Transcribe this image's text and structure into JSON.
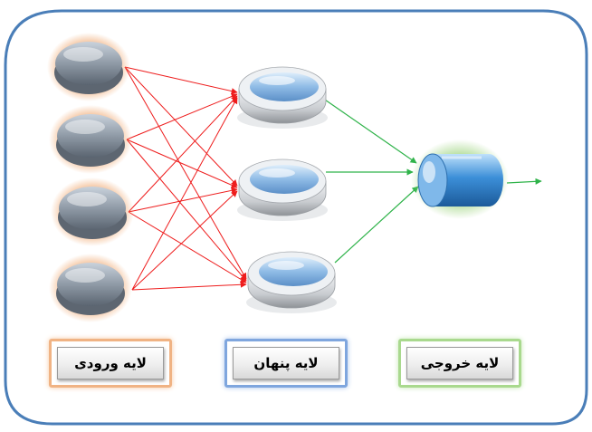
{
  "layers": {
    "input": {
      "label": "لایه ورودی",
      "neurons": 4
    },
    "hidden": {
      "label": "لایه پنهان",
      "neurons": 3
    },
    "output": {
      "label": "لایه خروجی",
      "neurons": 1
    }
  },
  "colors": {
    "frame_border": "#4a7eb8",
    "input_to_hidden_edges": "#ee1c1c",
    "hidden_to_output_edges": "#2fb34a",
    "input_glow": "#f0a870",
    "hidden_glow": "#7fa6de",
    "output_glow": "#a9d98e",
    "output_node": "#3c8fd8"
  }
}
